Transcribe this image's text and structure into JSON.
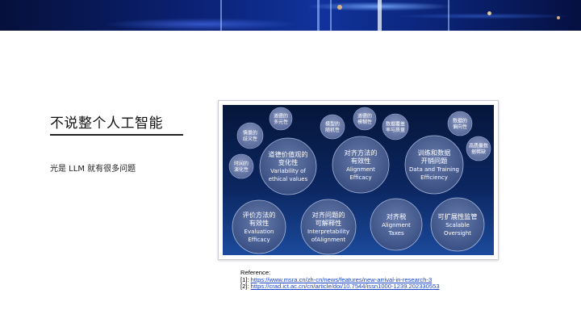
{
  "slide": {
    "title": "不说整个人工智能",
    "body": "光是 LLM 就有很多问题"
  },
  "figure": {
    "small_bubbles": [
      {
        "lines": [
          "道德的",
          "多元性"
        ]
      },
      {
        "lines": [
          "道德的",
          "模糊性"
        ]
      },
      {
        "lines": [
          "模型的",
          "随机性"
        ]
      },
      {
        "lines": [
          "数据覆盖",
          "率与质量"
        ]
      },
      {
        "lines": [
          "数据的",
          "偏向性"
        ]
      },
      {
        "lines": [
          "情景的",
          "歧义性"
        ]
      },
      {
        "lines": [
          "时间的",
          "演化性"
        ]
      },
      {
        "lines": [
          "高质量数",
          "据稀缺"
        ]
      }
    ],
    "large_bubbles": [
      {
        "cn": [
          "道德价值观的",
          "变化性"
        ],
        "en": [
          "Variability of",
          "ethical values"
        ]
      },
      {
        "cn": [
          "对齐方法的",
          "有效性"
        ],
        "en": [
          "Alignment",
          "Efficacy"
        ]
      },
      {
        "cn": [
          "训练和数据",
          "开销问题"
        ],
        "en": [
          "Data and Training",
          "Efficiency"
        ]
      },
      {
        "cn": [
          "评价方法的",
          "有效性"
        ],
        "en": [
          "Evaluation",
          "Efficacy"
        ]
      },
      {
        "cn": [
          "对齐问题的",
          "可解释性"
        ],
        "en": [
          "Interpretability",
          "ofAlignment"
        ]
      },
      {
        "cn": [
          "对齐税"
        ],
        "en": [
          "Alignment",
          "Taxes"
        ]
      },
      {
        "cn": [
          "可扩展性监管"
        ],
        "en": [
          "Scalable",
          "Oversight"
        ]
      }
    ]
  },
  "references": {
    "heading": "Reference:",
    "items": [
      {
        "prefix": "[1]: ",
        "url": "https://www.msra.cn/zh-cn/news/features/new-arrival-in-research-3"
      },
      {
        "prefix": "[2]: ",
        "url": "https://crad.ict.ac.cn/cn/article/doi/10.7544/issn1000-1239.202330553"
      }
    ]
  },
  "colors": {
    "banner_dark": "#06103a",
    "banner_mid": "#11339c",
    "figure_bg_top": "#07183f",
    "figure_bg_bottom": "#143a86",
    "link": "#1a44c8"
  }
}
